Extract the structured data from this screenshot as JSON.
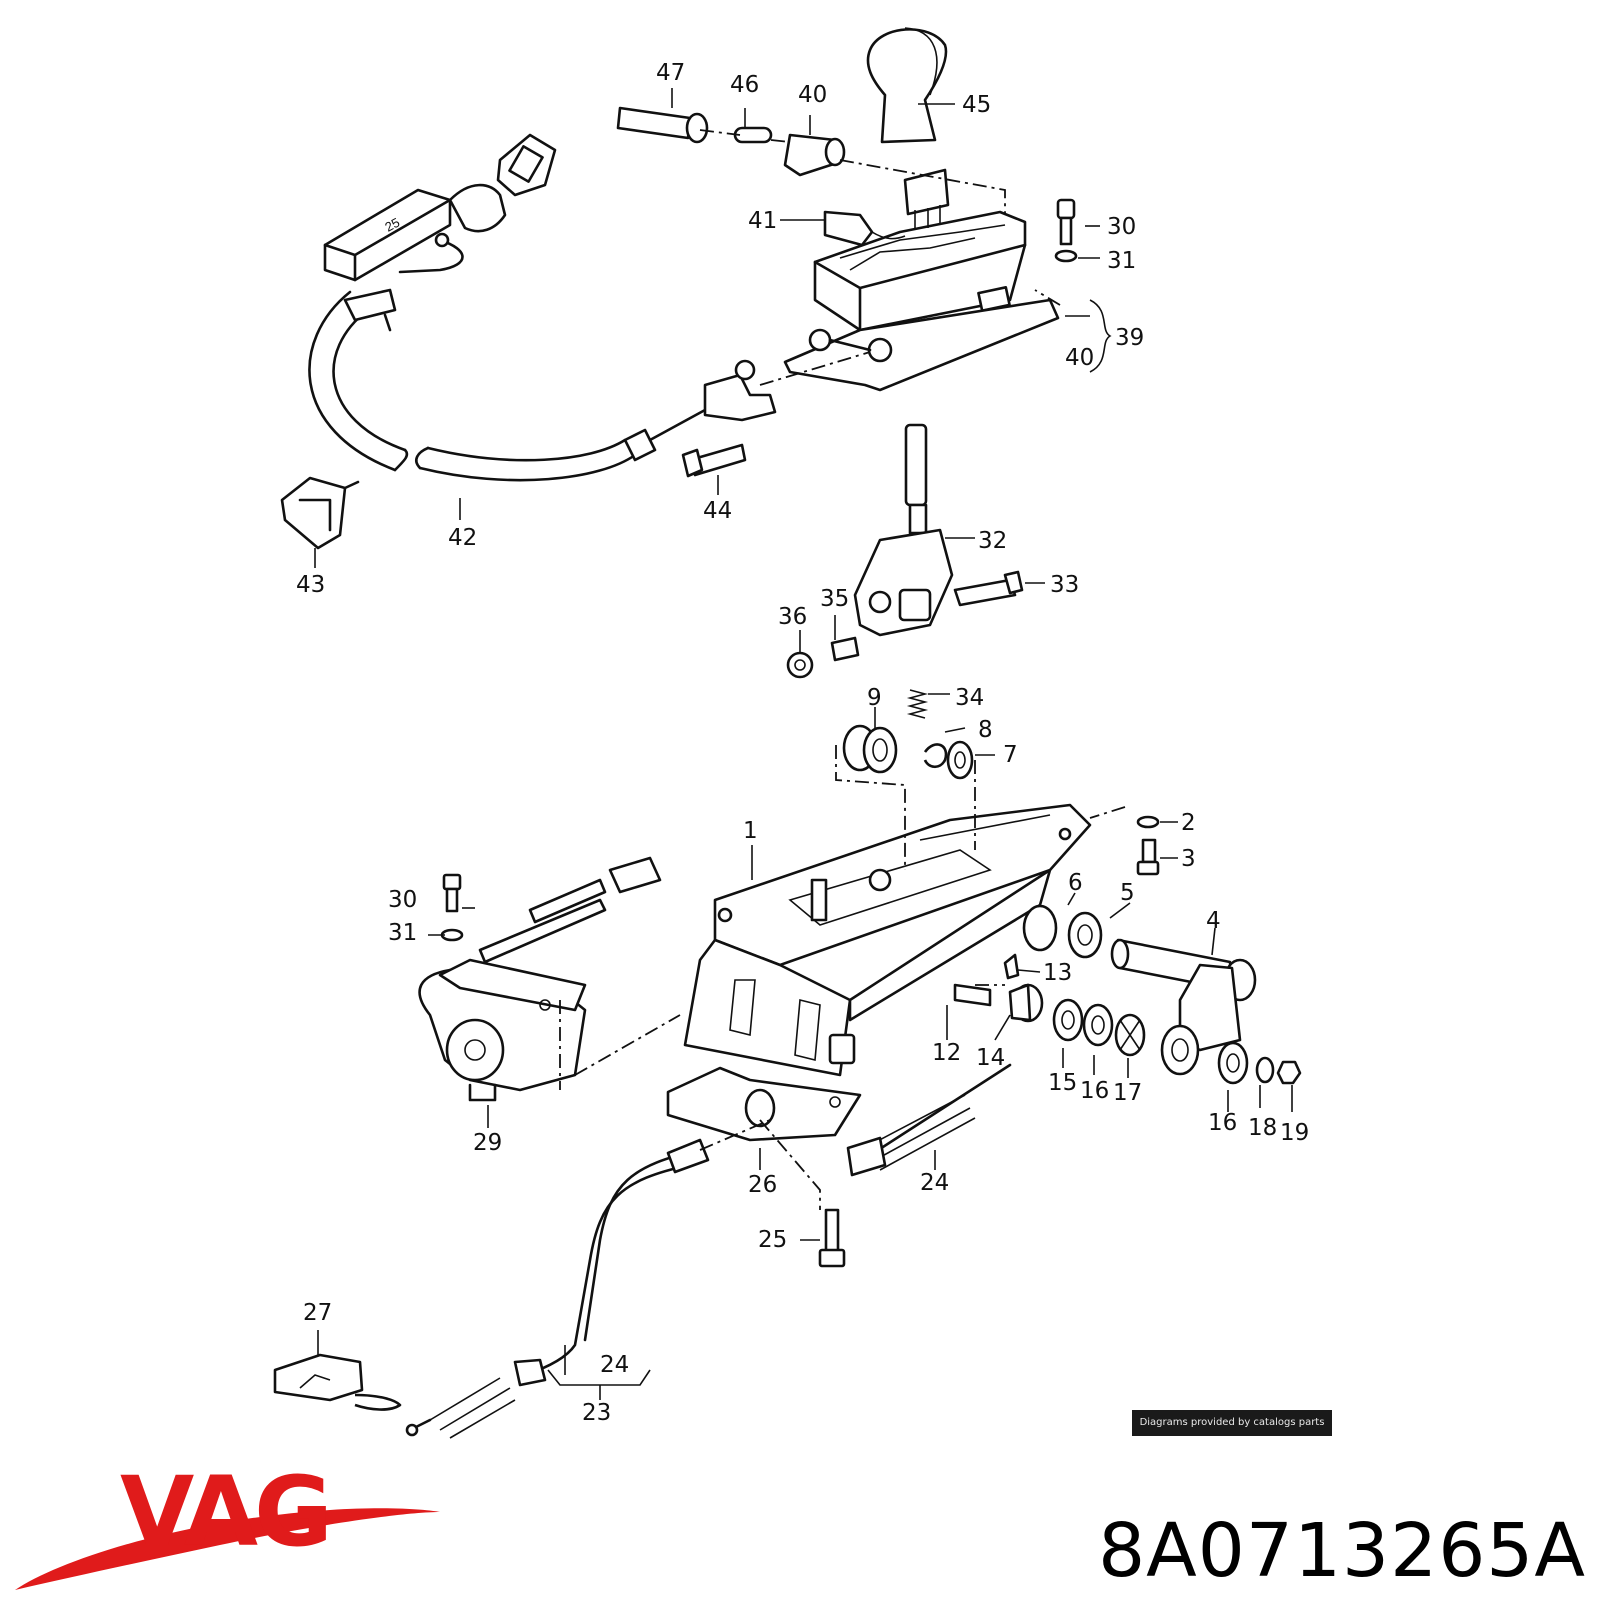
{
  "brand": {
    "name": "VAG",
    "color": "#e01b1b"
  },
  "part_number": "8A0713265A",
  "credit": "Diagrams provided by catalogs parts",
  "callouts": {
    "n1": "1",
    "n2": "2",
    "n3": "3",
    "n4": "4",
    "n5": "5",
    "n6": "6",
    "n7": "7",
    "n8": "8",
    "n9": "9",
    "n12": "12",
    "n13": "13",
    "n14": "14",
    "n15": "15",
    "n16a": "16",
    "n16b": "16",
    "n17": "17",
    "n18": "18",
    "n19": "19",
    "n23": "23",
    "n24a": "24",
    "n24b": "24",
    "n25": "25",
    "n26": "26",
    "n27": "27",
    "n29": "29",
    "n30a": "30",
    "n30b": "30",
    "n31a": "31",
    "n31b": "31",
    "n32": "32",
    "n33": "33",
    "n34": "34",
    "n35": "35",
    "n36": "36",
    "n39": "39",
    "n40a": "40",
    "n40b": "40",
    "n41": "41",
    "n42": "42",
    "n43": "43",
    "n44": "44",
    "n45": "45",
    "n46": "46",
    "n47": "47"
  }
}
